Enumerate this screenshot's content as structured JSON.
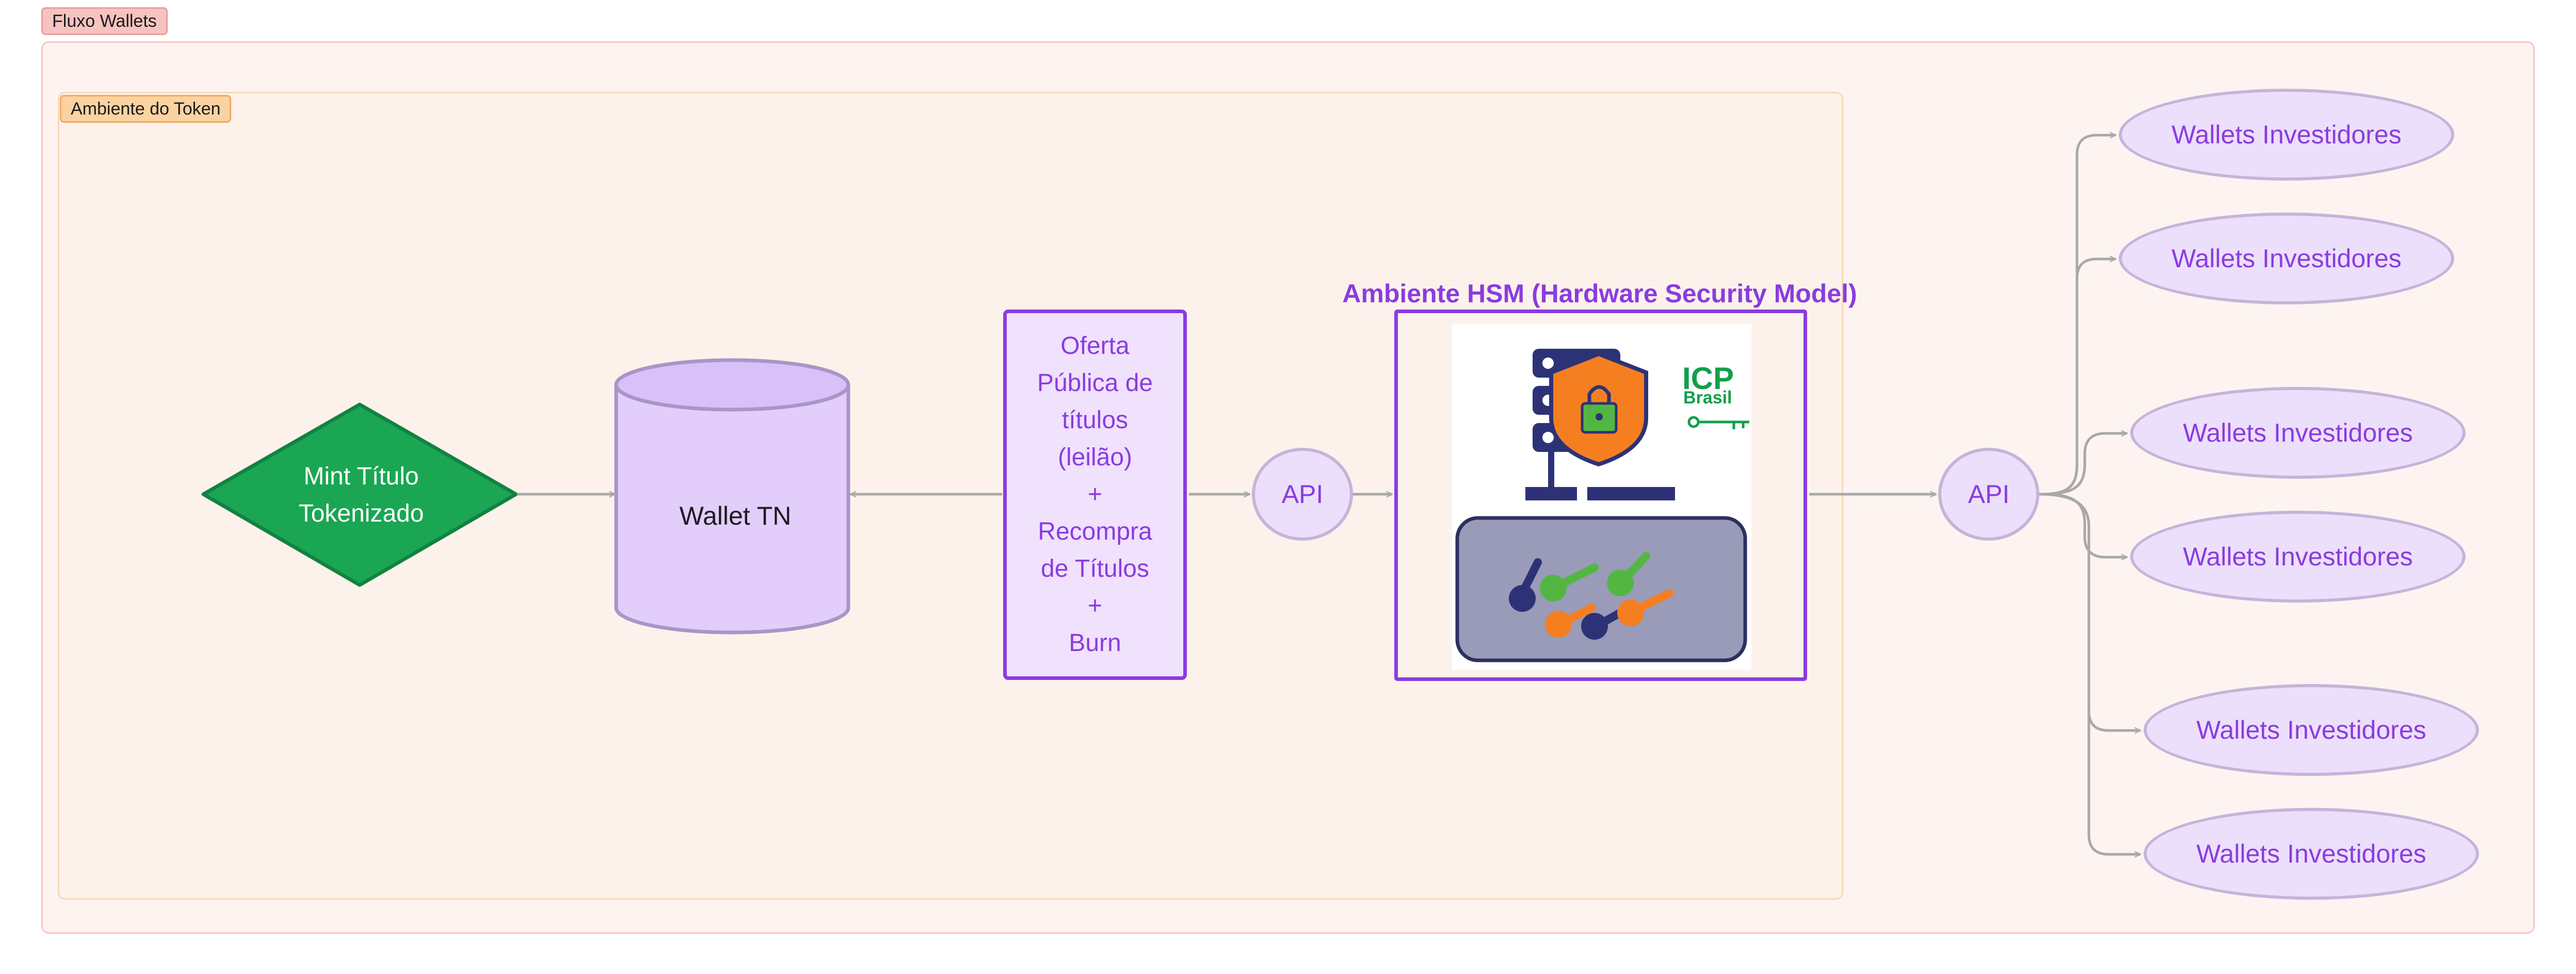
{
  "groups": {
    "outer_label": "Fluxo Wallets",
    "inner_label": "Ambiente do Token"
  },
  "nodes": {
    "mint": "Mint Título\nTokenizado",
    "wallet_tn": "Wallet TN",
    "oferta": "Oferta\nPública de\ntítulos\n(leilão)\n+\nRecompra\nde Títulos\n+\nBurn",
    "api_left": "API",
    "api_right": "API",
    "hsm_title": "Ambiente HSM (Hardware Security Model)",
    "investors": [
      "Wallets Investidores",
      "Wallets Investidores",
      "Wallets Investidores",
      "Wallets Investidores",
      "Wallets Investidores",
      "Wallets Investidores"
    ]
  },
  "hsm_image": {
    "logo_text": "ICP Brasil",
    "icons": [
      "server-icon",
      "shield-lock-icon",
      "keys-icon"
    ]
  },
  "colors": {
    "accent_purple": "#8a3ce0",
    "node_fill": "#ecdffb",
    "mint_green": "#1aa653",
    "edge_gray": "#a8a8a8"
  }
}
